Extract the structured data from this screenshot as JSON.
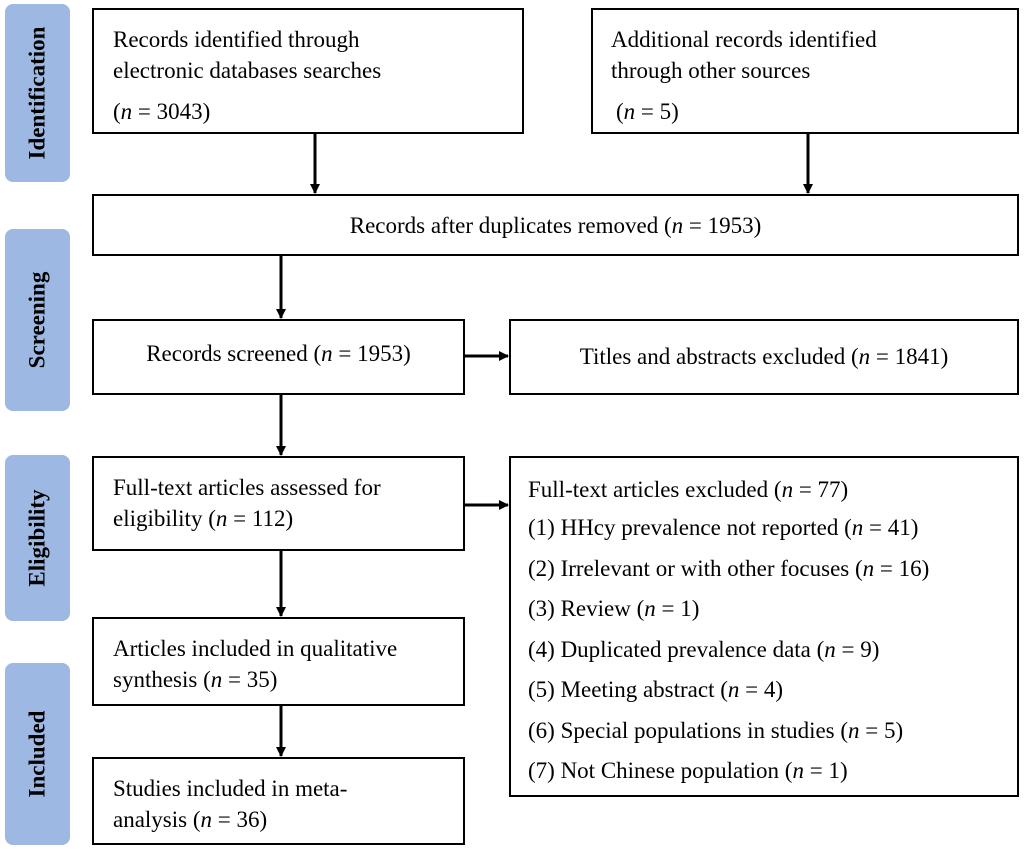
{
  "stages": {
    "identification": "Identification",
    "screening": "Screening",
    "eligibility": "Eligibility",
    "included": "Included"
  },
  "boxes": {
    "db_records": {
      "line1": "Records identified through",
      "line2": "electronic databases searches",
      "n_prefix": "(",
      "n_var": "n",
      "n_suffix": " = 3043)"
    },
    "other_records": {
      "line1": "Additional records identified",
      "line2": "through other sources",
      "n_prefix": "(",
      "n_var": "n",
      "n_suffix": " = 5)"
    },
    "after_duplicates": {
      "text": "Records after duplicates removed (",
      "n_var": "n",
      "n_suffix": " = 1953)"
    },
    "screened": {
      "text": "Records screened (",
      "n_var": "n",
      "n_suffix": " = 1953)"
    },
    "excluded_titles": {
      "text": "Titles and abstracts excluded (",
      "n_var": "n",
      "n_suffix": " = 1841)"
    },
    "fulltext_assessed": {
      "line1": "Full-text articles assessed for",
      "line2_prefix": "eligibility (",
      "n_var": "n",
      "n_suffix": " = 112)"
    },
    "fulltext_excluded": {
      "title_prefix": "Full-text articles excluded (",
      "n_var": "n",
      "title_suffix": " = 77)",
      "reasons": [
        {
          "prefix": "(1) HHcy prevalence not reported (",
          "suffix": " = 41)"
        },
        {
          "prefix": "(2) Irrelevant or with other focuses (",
          "suffix": " = 16)"
        },
        {
          "prefix": "(3) Review (",
          "suffix": " = 1)"
        },
        {
          "prefix": "(4) Duplicated prevalence data (",
          "suffix": " = 9)"
        },
        {
          "prefix": "(5) Meeting abstract (",
          "suffix": " = 4)"
        },
        {
          "prefix": "(6) Special populations in studies (",
          "suffix": " = 5)"
        },
        {
          "prefix": "(7) Not Chinese population (",
          "suffix": " = 1)"
        }
      ]
    },
    "qualitative": {
      "line1": "Articles included in qualitative",
      "line2_prefix": "synthesis (",
      "n_var": "n",
      "n_suffix": " = 35)"
    },
    "meta_analysis": {
      "line1": "Studies included in meta-",
      "line2_prefix": "analysis (",
      "n_var": "n",
      "n_suffix": " = 36)"
    }
  }
}
